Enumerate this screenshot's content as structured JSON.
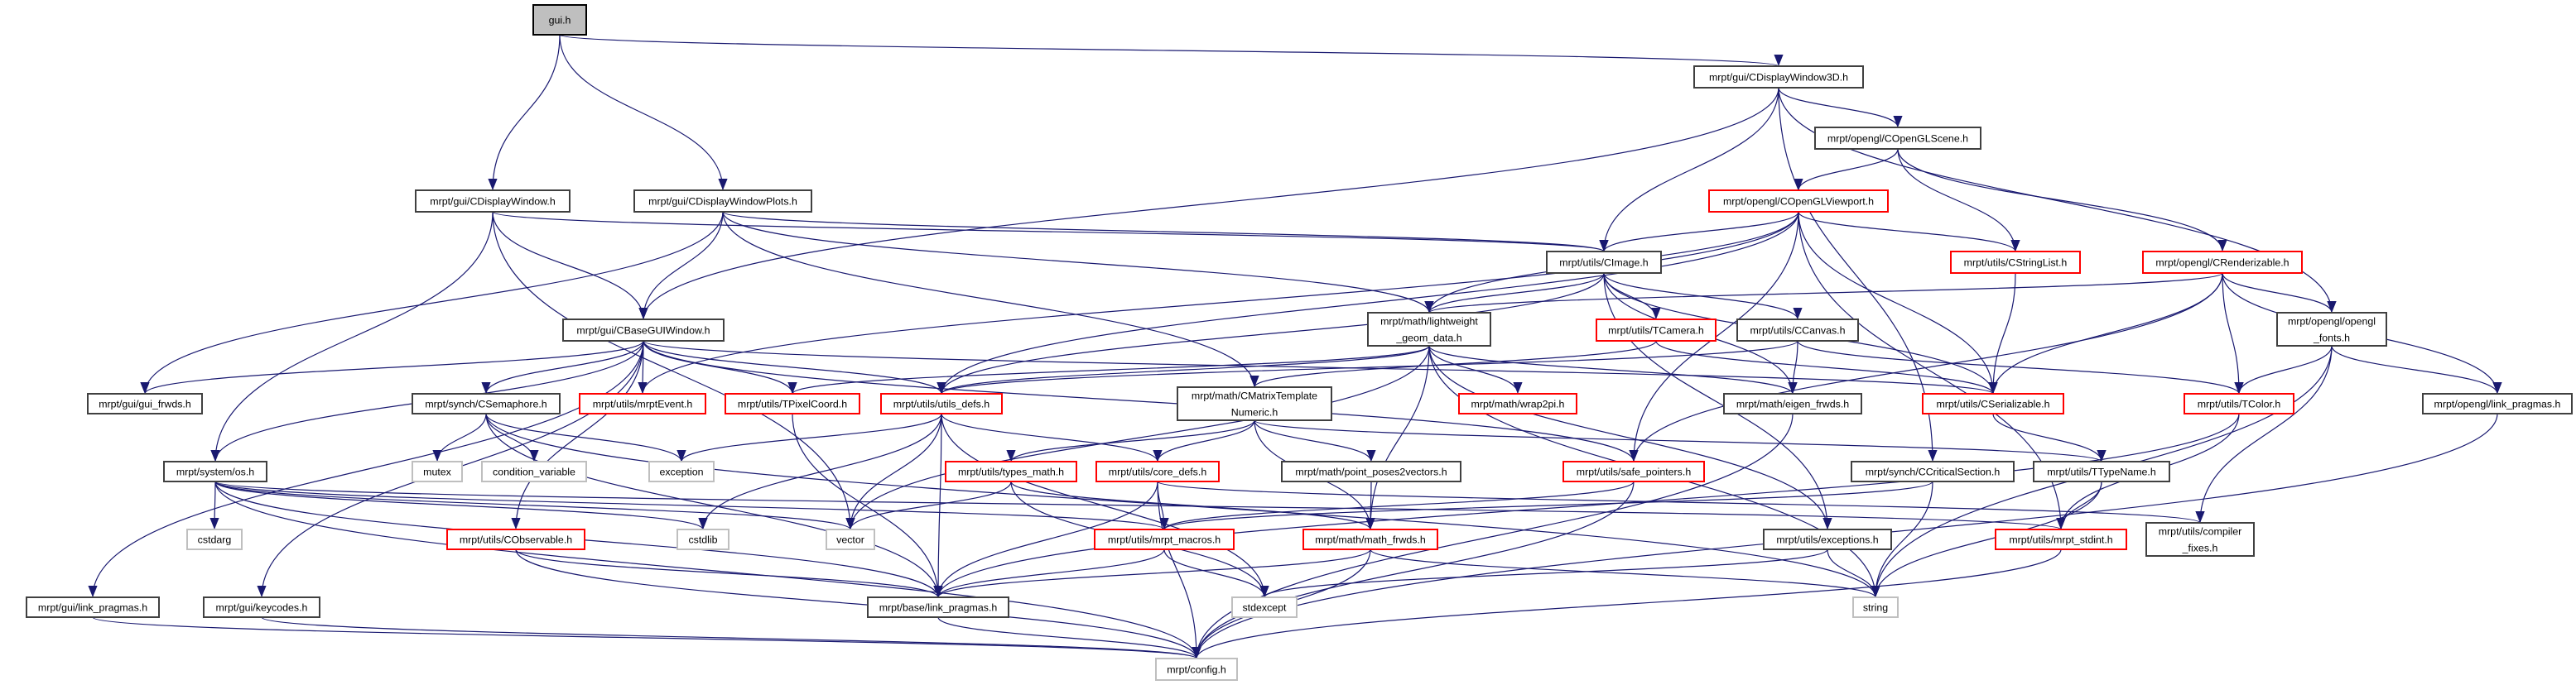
{
  "diagram": {
    "type": "include-dependency-graph",
    "edge_color": "#191970",
    "node_styles": {
      "black": "#404040",
      "red": "#ff0000",
      "gray": "#bfbfbf",
      "root_fill": "#bfbfbf"
    },
    "nodes": [
      {
        "id": "gui",
        "lines": [
          "gui.h"
        ],
        "style": "root"
      },
      {
        "id": "cdw",
        "lines": [
          "mrpt/gui/CDisplayWindow.h"
        ],
        "style": "black"
      },
      {
        "id": "cdwp",
        "lines": [
          "mrpt/gui/CDisplayWindowPlots.h"
        ],
        "style": "black"
      },
      {
        "id": "cdw3d",
        "lines": [
          "mrpt/gui/CDisplayWindow3D.h"
        ],
        "style": "black"
      },
      {
        "id": "cbase",
        "lines": [
          "mrpt/gui/CBaseGUIWindow.h"
        ],
        "style": "black"
      },
      {
        "id": "scene",
        "lines": [
          "mrpt/opengl/COpenGLScene.h"
        ],
        "style": "black"
      },
      {
        "id": "viewport",
        "lines": [
          "mrpt/opengl/COpenGLViewport.h"
        ],
        "style": "red"
      },
      {
        "id": "cimage",
        "lines": [
          "mrpt/utils/CImage.h"
        ],
        "style": "black"
      },
      {
        "id": "cstringlist",
        "lines": [
          "mrpt/utils/CStringList.h"
        ],
        "style": "red"
      },
      {
        "id": "crender",
        "lines": [
          "mrpt/opengl/CRenderizable.h"
        ],
        "style": "red"
      },
      {
        "id": "lwgeom",
        "lines": [
          "mrpt/math/lightweight",
          "_geom_data.h"
        ],
        "style": "black"
      },
      {
        "id": "tcamera",
        "lines": [
          "mrpt/utils/TCamera.h"
        ],
        "style": "red"
      },
      {
        "id": "ccanvas",
        "lines": [
          "mrpt/utils/CCanvas.h"
        ],
        "style": "black"
      },
      {
        "id": "fonts",
        "lines": [
          "mrpt/opengl/opengl",
          "_fonts.h"
        ],
        "style": "black"
      },
      {
        "id": "guifrwds",
        "lines": [
          "mrpt/gui/gui_frwds.h"
        ],
        "style": "black"
      },
      {
        "id": "csem",
        "lines": [
          "mrpt/synch/CSemaphore.h"
        ],
        "style": "black"
      },
      {
        "id": "mrptevent",
        "lines": [
          "mrpt/utils/mrptEvent.h"
        ],
        "style": "red"
      },
      {
        "id": "tpixel",
        "lines": [
          "mrpt/utils/TPixelCoord.h"
        ],
        "style": "red"
      },
      {
        "id": "utilsdefs",
        "lines": [
          "mrpt/utils/utils_defs.h"
        ],
        "style": "red"
      },
      {
        "id": "cmatrix",
        "lines": [
          "mrpt/math/CMatrixTemplate",
          "Numeric.h"
        ],
        "style": "black"
      },
      {
        "id": "wrap2pi",
        "lines": [
          "mrpt/math/wrap2pi.h"
        ],
        "style": "red"
      },
      {
        "id": "eigenfrwds",
        "lines": [
          "mrpt/math/eigen_frwds.h"
        ],
        "style": "black"
      },
      {
        "id": "cserial",
        "lines": [
          "mrpt/utils/CSerializable.h"
        ],
        "style": "red"
      },
      {
        "id": "tcolor",
        "lines": [
          "mrpt/utils/TColor.h"
        ],
        "style": "red"
      },
      {
        "id": "ogllink",
        "lines": [
          "mrpt/opengl/link_pragmas.h"
        ],
        "style": "black"
      },
      {
        "id": "os",
        "lines": [
          "mrpt/system/os.h"
        ],
        "style": "black"
      },
      {
        "id": "mutex",
        "lines": [
          "mutex"
        ],
        "style": "gray"
      },
      {
        "id": "condvar",
        "lines": [
          "condition_variable"
        ],
        "style": "gray"
      },
      {
        "id": "exception",
        "lines": [
          "exception"
        ],
        "style": "gray"
      },
      {
        "id": "typesmath",
        "lines": [
          "mrpt/utils/types_math.h"
        ],
        "style": "red"
      },
      {
        "id": "coredefs",
        "lines": [
          "mrpt/utils/core_defs.h"
        ],
        "style": "red"
      },
      {
        "id": "pp2v",
        "lines": [
          "mrpt/math/point_poses2vectors.h"
        ],
        "style": "black"
      },
      {
        "id": "safeptr",
        "lines": [
          "mrpt/utils/safe_pointers.h"
        ],
        "style": "red"
      },
      {
        "id": "ccrit",
        "lines": [
          "mrpt/synch/CCriticalSection.h"
        ],
        "style": "black"
      },
      {
        "id": "ttype",
        "lines": [
          "mrpt/utils/TTypeName.h"
        ],
        "style": "black"
      },
      {
        "id": "cstdarg",
        "lines": [
          "cstdarg"
        ],
        "style": "gray"
      },
      {
        "id": "cobs",
        "lines": [
          "mrpt/utils/CObservable.h"
        ],
        "style": "red"
      },
      {
        "id": "cstdlib",
        "lines": [
          "cstdlib"
        ],
        "style": "gray"
      },
      {
        "id": "vector",
        "lines": [
          "vector"
        ],
        "style": "gray"
      },
      {
        "id": "macros",
        "lines": [
          "mrpt/utils/mrpt_macros.h"
        ],
        "style": "red"
      },
      {
        "id": "mathfrwds",
        "lines": [
          "mrpt/math/math_frwds.h"
        ],
        "style": "red"
      },
      {
        "id": "exceptions",
        "lines": [
          "mrpt/utils/exceptions.h"
        ],
        "style": "black"
      },
      {
        "id": "stdint",
        "lines": [
          "mrpt/utils/mrpt_stdint.h"
        ],
        "style": "red"
      },
      {
        "id": "compfix",
        "lines": [
          "mrpt/utils/compiler",
          "_fixes.h"
        ],
        "style": "black"
      },
      {
        "id": "guilink",
        "lines": [
          "mrpt/gui/link_pragmas.h"
        ],
        "style": "black"
      },
      {
        "id": "keycodes",
        "lines": [
          "mrpt/gui/keycodes.h"
        ],
        "style": "black"
      },
      {
        "id": "baselink",
        "lines": [
          "mrpt/base/link_pragmas.h"
        ],
        "style": "black"
      },
      {
        "id": "stdexcept",
        "lines": [
          "stdexcept"
        ],
        "style": "gray"
      },
      {
        "id": "string",
        "lines": [
          "string"
        ],
        "style": "gray"
      },
      {
        "id": "config",
        "lines": [
          "mrpt/config.h"
        ],
        "style": "gray"
      }
    ],
    "edges": [
      [
        "gui",
        "cdw"
      ],
      [
        "gui",
        "cdwp"
      ],
      [
        "gui",
        "cdw3d"
      ],
      [
        "cdw",
        "cbase"
      ],
      [
        "cdw",
        "cimage"
      ],
      [
        "cdw",
        "os"
      ],
      [
        "cdw",
        "vector"
      ],
      [
        "cdwp",
        "cbase"
      ],
      [
        "cdwp",
        "cimage"
      ],
      [
        "cdwp",
        "lwgeom"
      ],
      [
        "cdwp",
        "cmatrix"
      ],
      [
        "cdwp",
        "guifrwds"
      ],
      [
        "cdw3d",
        "cbase"
      ],
      [
        "cdw3d",
        "cimage"
      ],
      [
        "cdw3d",
        "scene"
      ],
      [
        "cdw3d",
        "fonts"
      ],
      [
        "cdw3d",
        "ccrit"
      ],
      [
        "scene",
        "viewport"
      ],
      [
        "scene",
        "cstringlist"
      ],
      [
        "scene",
        "crender"
      ],
      [
        "viewport",
        "cimage"
      ],
      [
        "viewport",
        "lwgeom"
      ],
      [
        "viewport",
        "cstringlist"
      ],
      [
        "viewport",
        "cserial"
      ],
      [
        "viewport",
        "safeptr"
      ],
      [
        "viewport",
        "utilsdefs"
      ],
      [
        "viewport",
        "stdint"
      ],
      [
        "viewport",
        "mrptevent"
      ],
      [
        "cbase",
        "guifrwds"
      ],
      [
        "cbase",
        "csem"
      ],
      [
        "cbase",
        "mrptevent"
      ],
      [
        "cbase",
        "tpixel"
      ],
      [
        "cbase",
        "cobs"
      ],
      [
        "cbase",
        "cserial"
      ],
      [
        "cbase",
        "guilink"
      ],
      [
        "cbase",
        "keycodes"
      ],
      [
        "cbase",
        "os"
      ],
      [
        "cbase",
        "utilsdefs"
      ],
      [
        "cbase",
        "safeptr"
      ],
      [
        "cimage",
        "utilsdefs"
      ],
      [
        "cimage",
        "cserial"
      ],
      [
        "cimage",
        "tcamera"
      ],
      [
        "cimage",
        "ccanvas"
      ],
      [
        "cimage",
        "eigenfrwds"
      ],
      [
        "cimage",
        "exceptions"
      ],
      [
        "cimage",
        "lwgeom"
      ],
      [
        "crender",
        "lwgeom"
      ],
      [
        "crender",
        "cserial"
      ],
      [
        "crender",
        "tcolor"
      ],
      [
        "crender",
        "fonts"
      ],
      [
        "crender",
        "ogllink"
      ],
      [
        "crender",
        "safeptr"
      ],
      [
        "fonts",
        "tcolor"
      ],
      [
        "fonts",
        "ogllink"
      ],
      [
        "fonts",
        "string"
      ],
      [
        "fonts",
        "compfix"
      ],
      [
        "cstringlist",
        "cserial"
      ],
      [
        "tcamera",
        "cserial"
      ],
      [
        "tcamera",
        "cmatrix"
      ],
      [
        "ccanvas",
        "eigenfrwds"
      ],
      [
        "ccanvas",
        "tcolor"
      ],
      [
        "ccanvas",
        "utilsdefs"
      ],
      [
        "lwgeom",
        "utilsdefs"
      ],
      [
        "lwgeom",
        "tpixel"
      ],
      [
        "lwgeom",
        "wrap2pi"
      ],
      [
        "lwgeom",
        "eigenfrwds"
      ],
      [
        "lwgeom",
        "mathfrwds"
      ],
      [
        "lwgeom",
        "string"
      ],
      [
        "lwgeom",
        "vector"
      ],
      [
        "lwgeom",
        "exceptions"
      ],
      [
        "csem",
        "mutex"
      ],
      [
        "csem",
        "condvar"
      ],
      [
        "csem",
        "exception"
      ],
      [
        "csem",
        "baselink"
      ],
      [
        "csem",
        "string"
      ],
      [
        "os",
        "cstdarg"
      ],
      [
        "os",
        "cstdlib"
      ],
      [
        "os",
        "vector"
      ],
      [
        "os",
        "macros"
      ],
      [
        "os",
        "baselink"
      ],
      [
        "os",
        "config"
      ],
      [
        "os",
        "stdint"
      ],
      [
        "cobs",
        "baselink"
      ],
      [
        "cobs",
        "config"
      ],
      [
        "guilink",
        "config"
      ],
      [
        "keycodes",
        "config"
      ],
      [
        "tpixel",
        "baselink"
      ],
      [
        "utilsdefs",
        "exception"
      ],
      [
        "utilsdefs",
        "cstdlib"
      ],
      [
        "utilsdefs",
        "vector"
      ],
      [
        "utilsdefs",
        "coredefs"
      ],
      [
        "utilsdefs",
        "baselink"
      ],
      [
        "utilsdefs",
        "stdexcept"
      ],
      [
        "cmatrix",
        "typesmath"
      ],
      [
        "cmatrix",
        "coredefs"
      ],
      [
        "cmatrix",
        "pp2v"
      ],
      [
        "cmatrix",
        "ttype"
      ],
      [
        "cmatrix",
        "mathfrwds"
      ],
      [
        "typesmath",
        "vector"
      ],
      [
        "typesmath",
        "mathfrwds"
      ],
      [
        "typesmath",
        "stdexcept"
      ],
      [
        "coredefs",
        "macros"
      ],
      [
        "coredefs",
        "baselink"
      ],
      [
        "coredefs",
        "config"
      ],
      [
        "coredefs",
        "compfix"
      ],
      [
        "pp2v",
        "mathfrwds"
      ],
      [
        "macros",
        "baselink"
      ],
      [
        "macros",
        "stdexcept"
      ],
      [
        "mathfrwds",
        "baselink"
      ],
      [
        "mathfrwds",
        "config"
      ],
      [
        "mathfrwds",
        "string"
      ],
      [
        "baselink",
        "config"
      ],
      [
        "cserial",
        "ttype"
      ],
      [
        "ttype",
        "stdint"
      ],
      [
        "ttype",
        "string"
      ],
      [
        "safeptr",
        "macros"
      ],
      [
        "safeptr",
        "config"
      ],
      [
        "ccrit",
        "string"
      ],
      [
        "ccrit",
        "macros"
      ],
      [
        "exceptions",
        "string"
      ],
      [
        "exceptions",
        "stdexcept"
      ],
      [
        "tcolor",
        "stdint"
      ],
      [
        "tcolor",
        "baselink"
      ],
      [
        "ogllink",
        "config"
      ],
      [
        "stdint",
        "config"
      ],
      [
        "eigenfrwds",
        "config"
      ]
    ]
  }
}
